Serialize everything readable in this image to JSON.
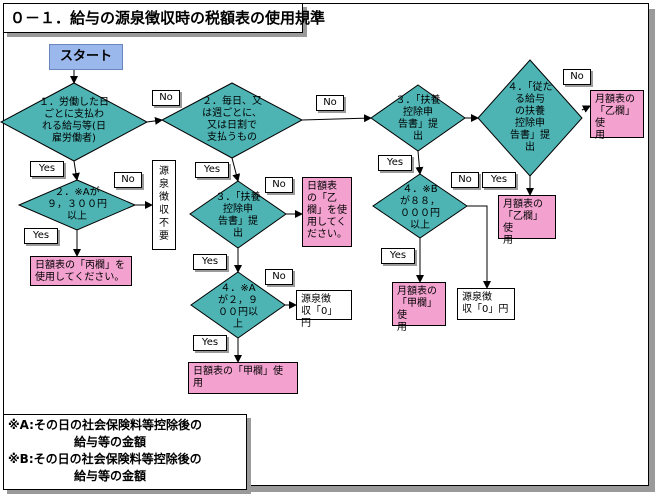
{
  "title": "０－１．給与の源泉徴収時の税額表の使用規準",
  "start": "スタート",
  "decisions": {
    "d1": [
      "１．労働した日",
      "ごとに支払わ",
      "れる給与等(日",
      "雇労働者)"
    ],
    "d2": [
      "２．※Aが",
      "９，３００円",
      "以上"
    ],
    "d3": [
      "２．毎日、又",
      "は週ごとに、",
      "又は日割で",
      "支払うもの"
    ],
    "d4": [
      "３．「扶養",
      "控除申",
      "告書」提",
      "出"
    ],
    "d5": [
      "４．※A",
      "が２，９",
      "００円以",
      "上"
    ],
    "d6": [
      "３．「扶養",
      "控除申",
      "告書」提",
      "出"
    ],
    "d7": [
      "４．※B",
      "が８８，",
      "０００円",
      "以上"
    ],
    "d8": [
      "４．「従た",
      "る給与",
      "の扶養",
      "控除申",
      "告書」提",
      "出"
    ]
  },
  "labels": {
    "yes": "Yes",
    "no": "No"
  },
  "results": {
    "hei": [
      "日額表の「丙欄」を",
      "使用してください。"
    ],
    "fuyo": [
      "源",
      "泉",
      "徴",
      "収",
      "不",
      "要"
    ],
    "nichi_otsu": [
      "日額表",
      "の「乙",
      "欄」を使",
      "用してく",
      "ださい。"
    ],
    "nichi_ko": [
      "日額表の「甲欄」使",
      "用"
    ],
    "gensen_0a": [
      "源泉徴",
      "収「0」円"
    ],
    "tsuki_ko": [
      "月額表の",
      "「甲欄」使",
      "用"
    ],
    "gensen_0b": [
      "源泉徴",
      "収「0」円"
    ],
    "tsuki_otsu_a": [
      "月額表の",
      "「乙欄」使",
      "用"
    ],
    "tsuki_otsu_b": [
      "月額表の",
      "「乙欄」使",
      "用"
    ]
  },
  "notes": {
    "a1": "※A:その日の社会保険料等控除後の",
    "a2": "給与等の金額",
    "b1": "※B:その日の社会保険料等控除後の",
    "b2": "給与等の金額"
  },
  "colors": {
    "diamond": "#4db3b3",
    "result": "#f3a2cf",
    "start": "#9bb8ec"
  }
}
